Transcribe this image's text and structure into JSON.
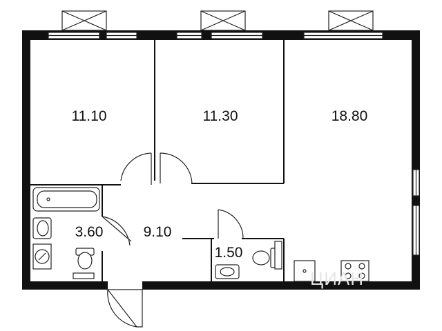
{
  "rooms": [
    {
      "id": "bedroom-1",
      "area": "11.10"
    },
    {
      "id": "bedroom-2",
      "area": "11.30"
    },
    {
      "id": "living-kitchen",
      "area": "18.80"
    },
    {
      "id": "bathroom",
      "area": "3.60"
    },
    {
      "id": "hallway",
      "area": "9.10"
    },
    {
      "id": "toilet",
      "area": "1.50"
    }
  ],
  "watermark": "ЦИАН",
  "colors": {
    "wall": "#111111",
    "background": "#ffffff",
    "watermark": "#e6e6e6"
  }
}
